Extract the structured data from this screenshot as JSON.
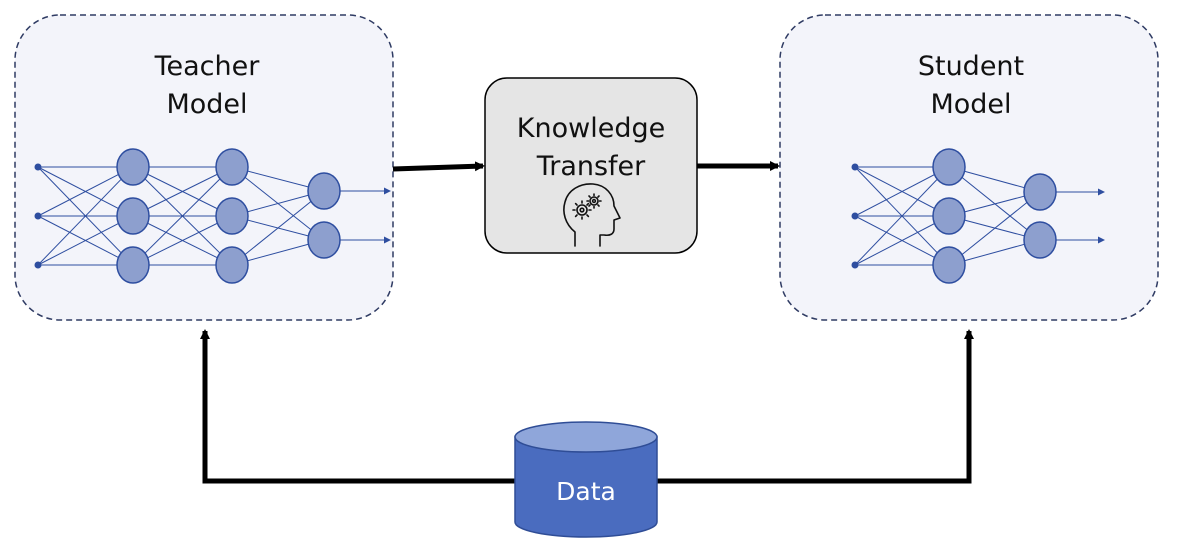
{
  "teacher": {
    "title_line1": "Teacher",
    "title_line2": "Model",
    "layers": [
      3,
      3,
      3,
      2
    ],
    "output_arrows": 2
  },
  "knowledge_transfer": {
    "title_line1": "Knowledge",
    "title_line2": "Transfer",
    "icon": "head-gears-icon"
  },
  "student": {
    "title_line1": "Student",
    "title_line2": "Model",
    "layers": [
      3,
      3,
      2
    ],
    "output_arrows": 2
  },
  "data_store": {
    "label": "Data",
    "icon": "database-cylinder"
  },
  "colors": {
    "model_box_fill": "#f3f4fa",
    "model_box_border": "#2f3b63",
    "transfer_box_fill": "#e5e5e5",
    "node_fill": "#8d9fce",
    "node_stroke": "#2e4ea0",
    "edge": "#2e4ea0",
    "arrow": "#000000",
    "cylinder_body": "#4a6cbf",
    "cylinder_top": "#8fa6da"
  }
}
